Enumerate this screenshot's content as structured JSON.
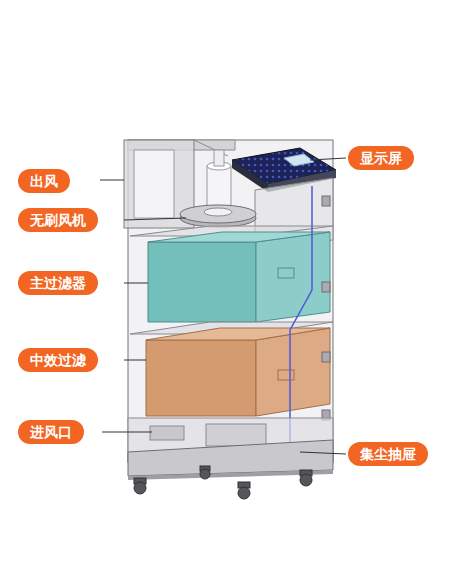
{
  "diagram": {
    "nodes": [
      {
        "text": [
          "出风"
        ]
      },
      {
        "text": [
          "无刷风机"
        ]
      },
      {
        "text": [
          "主过滤器"
        ]
      },
      {
        "text": [
          "中效过滤"
        ]
      },
      {
        "text": [
          "进风口"
        ]
      },
      {
        "text": [
          "显示屏"
        ]
      },
      {
        "text": [
          "集尘抽屉"
        ]
      }
    ]
  }
}
